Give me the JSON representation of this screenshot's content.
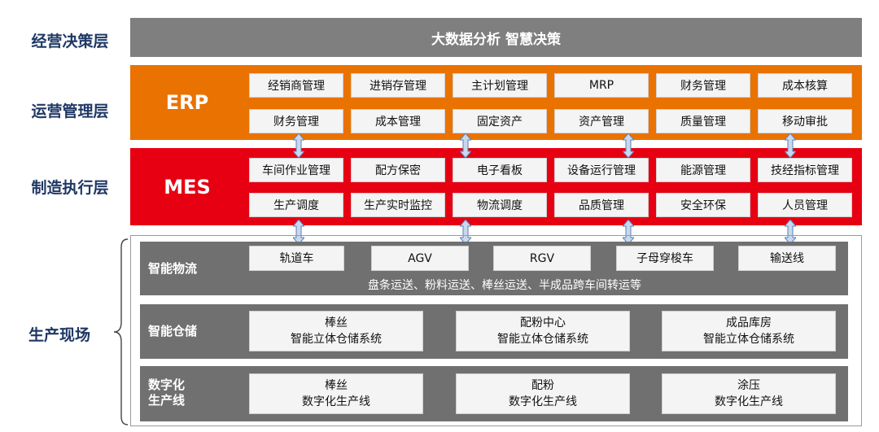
{
  "layers": {
    "decision": "经营决策层",
    "operation": "运营管理层",
    "manufacturing": "制造执行层",
    "production": "生产现场"
  },
  "decision_band": {
    "text": "大数据分析  智慧决策",
    "color": "#7f7f7f"
  },
  "erp": {
    "name": "ERP",
    "color": "#e97200",
    "row1": [
      "经销商管理",
      "进销存管理",
      "主计划管理",
      "MRP",
      "财务管理",
      "成本核算"
    ],
    "row2": [
      "财务管理",
      "成本管理",
      "固定资产",
      "资产管理",
      "质量管理",
      "移动审批"
    ]
  },
  "mes": {
    "name": "MES",
    "color": "#e60012",
    "row1": [
      "车间作业管理",
      "配方保密",
      "电子看板",
      "设备运行管理",
      "能源管理",
      "技经指标管理"
    ],
    "row2": [
      "生产调度",
      "生产实时监控",
      "物流调度",
      "品质管理",
      "安全环保",
      "人员管理"
    ]
  },
  "floor": {
    "logistics": {
      "title": "智能物流",
      "items": [
        "轨道车",
        "AGV",
        "RGV",
        "子母穿梭车",
        "输送线"
      ],
      "note": "盘条运送、粉料运送、棒丝运送、半成品跨车间转运等"
    },
    "storage": {
      "title": "智能仓储",
      "items": [
        {
          "line1": "棒丝",
          "line2": "智能立体仓储系统"
        },
        {
          "line1": "配粉中心",
          "line2": "智能立体仓储系统"
        },
        {
          "line1": "成品库房",
          "line2": "智能立体仓储系统"
        }
      ]
    },
    "lines": {
      "title_line1": "数字化",
      "title_line2": "生产线",
      "items": [
        {
          "line1": "棒丝",
          "line2": "数字化生产线"
        },
        {
          "line1": "配粉",
          "line2": "数字化生产线"
        },
        {
          "line1": "涂压",
          "line2": "数字化生产线"
        }
      ]
    }
  },
  "colors": {
    "label": "#1f3864",
    "arrow_fill": "#c9d8ee",
    "arrow_stroke": "#5b7fb5",
    "floor_row": "#707070"
  }
}
